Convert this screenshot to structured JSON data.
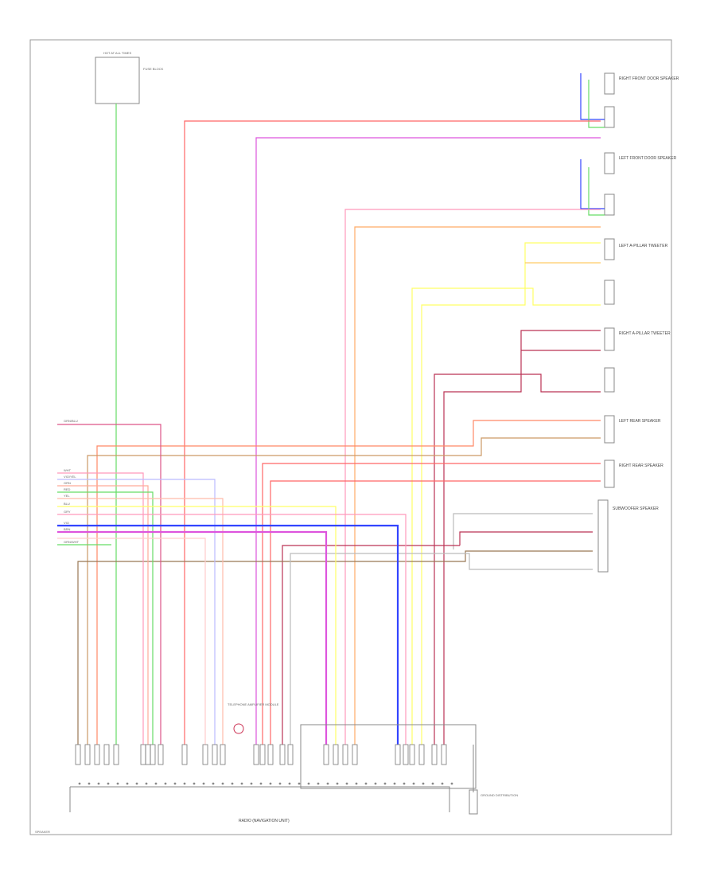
{
  "colors": {
    "red": "#ff6666",
    "magenta": "#dd55dd",
    "green": "#66dd66",
    "blue": "#3344ff",
    "lightblue": "#bbbbff",
    "pink": "#ff99bb",
    "orange": "#ffaa66",
    "yellow": "#ffff66",
    "tan": "#ccaa77",
    "brown": "#997755",
    "darkred": "#bb3355",
    "gray": "#bbbbbb",
    "olive": "#99aa55",
    "frame": "#888888"
  },
  "labels": {
    "top_fuse": "HOT AT ALL TIMES",
    "top_fuse_detail": "FUSE BLOCK",
    "amp_module": "TELEPHONE AMPLIFIER MODULE",
    "front_door_speaker_right": "RIGHT FRONT DOOR SPEAKER",
    "front_door_speaker_left": "LEFT FRONT DOOR SPEAKER",
    "tweeter_left": "LEFT A-PILLAR TWEETER",
    "tweeter_right": "RIGHT A-PILLAR TWEETER",
    "rear_speaker_left": "LEFT REAR SPEAKER",
    "rear_speaker_right": "RIGHT REAR SPEAKER",
    "subwoofer": "SUBWOOFER SPEAKER",
    "radio": "RADIO (NAVIGATION UNIT)",
    "ground": "GROUND DISTRIBUTION",
    "side_pins": [
      "GRN/BLU",
      "WHT",
      "VIO/YEL",
      "GRN",
      "RED",
      "YEL",
      "BLU",
      "GRY",
      "VIO",
      "BRN",
      "GRN/WHT"
    ],
    "footer": "SPEAKER"
  }
}
